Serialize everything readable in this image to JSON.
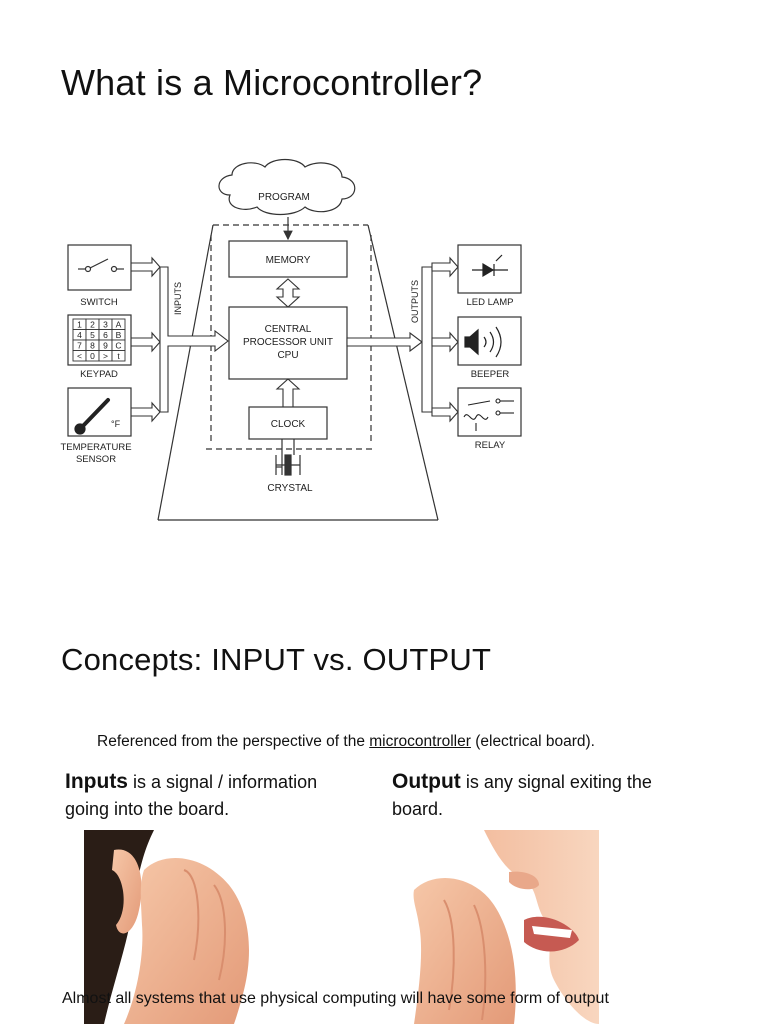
{
  "slide1": {
    "title": "What is a Microcontroller?",
    "diagram": {
      "program": "PROGRAM",
      "memory": "MEMORY",
      "cpu_line1": "CENTRAL",
      "cpu_line2": "PROCESSOR UNIT",
      "cpu_line3": "CPU",
      "clock": "CLOCK",
      "crystal": "CRYSTAL",
      "inputs_label": "INPUTS",
      "outputs_label": "OUTPUTS",
      "switch": "SWITCH",
      "keypad": "KEYPAD",
      "temperature_line1": "TEMPERATURE",
      "temperature_line2": "SENSOR",
      "degrees_f": "°F",
      "led_lamp": "LED LAMP",
      "beeper": "BEEPER",
      "relay": "RELAY",
      "keypad_keys": [
        "1",
        "2",
        "3",
        "A",
        "4",
        "5",
        "6",
        "B",
        "7",
        "8",
        "9",
        "C",
        "<",
        "0",
        ">",
        "t"
      ]
    }
  },
  "slide2": {
    "title": "Concepts: INPUT vs. OUTPUT",
    "subtitle_pre": "Referenced from the perspective of the ",
    "subtitle_link": "microcontroller",
    "subtitle_post": " (electrical board).",
    "inputs_bold": "Inputs",
    "inputs_text": " is a signal / information going into the board.",
    "output_bold": "Output",
    "output_text": " is any signal exiting the board.",
    "footer": "Almost all systems that use physical computing will have some form of output"
  }
}
